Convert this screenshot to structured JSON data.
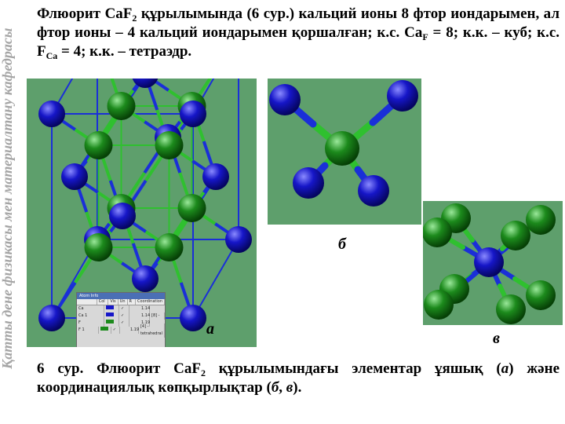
{
  "top_text": {
    "p1": "Флюорит CaF",
    "sub1": "2",
    "p2": " құрылымында (6 сур.) кальций ионы 8 фтор иондарымен, ал фтор ионы – 4 кальций иондарымен қоршалған; к.с. Ca",
    "sub2": "F",
    "p3": " = 8; к.к. – куб; к.с. F",
    "sub3": "Ca",
    "p4": " = 4; к.к. – тетраэдр."
  },
  "caption": {
    "p1": "6 сур. Флюорит CaF",
    "sub1": "2",
    "p2": " құрылымындағы элементар ұяшық (",
    "a": "а",
    "p3": ") және координациялық көпқырлықтар (",
    "b": "б",
    "sep": ", ",
    "c": "в",
    "p4": ")."
  },
  "sidebar_text": "Қатты дене физикасы мен материалтану кафедрасы",
  "figure_labels": {
    "a": "а",
    "b": "б",
    "c": "в"
  },
  "atom_info": {
    "title": "Atom Info",
    "headers": [
      "",
      "Col",
      "Vis",
      "Un",
      "R",
      "Coordination"
    ],
    "rows": [
      {
        "name": "Ca",
        "r": "1.14",
        "coord": ""
      },
      {
        "name": "Ca 1",
        "r": "1.14",
        "coord": "[8] -"
      },
      {
        "name": "F",
        "r": "1.19",
        "coord": ""
      },
      {
        "name": "F 1",
        "r": "1.19",
        "coord": "[4] - tetrahedral"
      }
    ]
  },
  "colors": {
    "background_panel": "#5e9f6c",
    "ca_atom": "#1616c8",
    "f_atom": "#1c8a1c",
    "bond_blue": "#1a2fd8",
    "bond_green": "#2fc02f",
    "sidebar_text": "#a5a5a5"
  }
}
